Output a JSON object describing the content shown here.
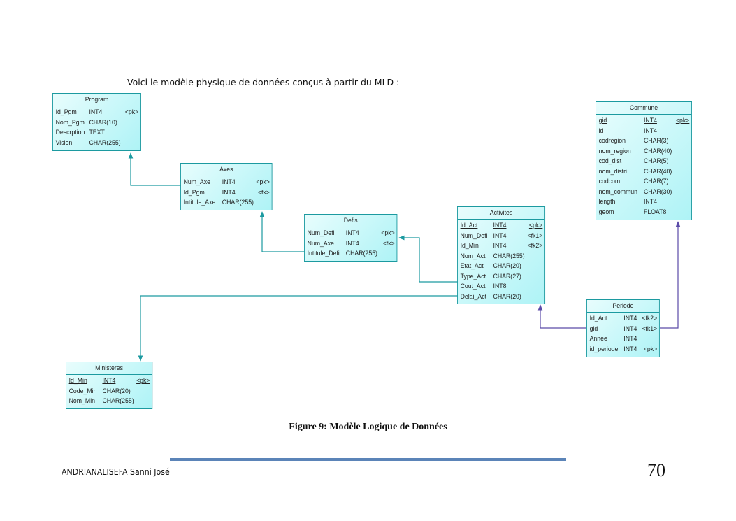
{
  "intro_text": "Voici le modèle physique de données conçus à partir du MLD :",
  "entities": {
    "program": {
      "name": "Program",
      "columns": [
        {
          "name": "Id_Pgm",
          "type": "INT4",
          "key": "<pk>",
          "underline": true
        },
        {
          "name": "Nom_Pgm",
          "type": "CHAR(10)",
          "key": ""
        },
        {
          "name": "Descrption",
          "type": "TEXT",
          "key": ""
        },
        {
          "name": "Vision",
          "type": "CHAR(255)",
          "key": ""
        }
      ]
    },
    "axes": {
      "name": "Axes",
      "columns": [
        {
          "name": "Num_Axe",
          "type": "INT4",
          "key": "<pk>",
          "underline": true
        },
        {
          "name": "Id_Pgm",
          "type": "INT4",
          "key": "<fk>"
        },
        {
          "name": "Intitule_Axe",
          "type": "CHAR(255)",
          "key": ""
        }
      ]
    },
    "defis": {
      "name": "Defis",
      "columns": [
        {
          "name": "Num_Defi",
          "type": "INT4",
          "key": "<pk>",
          "underline": true
        },
        {
          "name": "Num_Axe",
          "type": "INT4",
          "key": "<fk>"
        },
        {
          "name": "Intitule_Defi",
          "type": "CHAR(255)",
          "key": ""
        }
      ]
    },
    "activites": {
      "name": "Activites",
      "columns": [
        {
          "name": "Id_Act",
          "type": "INT4",
          "key": "<pk>",
          "underline": true
        },
        {
          "name": "Num_Defi",
          "type": "INT4",
          "key": "<fk1>"
        },
        {
          "name": "Id_Min",
          "type": "INT4",
          "key": "<fk2>"
        },
        {
          "name": "Nom_Act",
          "type": "CHAR(255)",
          "key": ""
        },
        {
          "name": "Etat_Act",
          "type": "CHAR(20)",
          "key": ""
        },
        {
          "name": "Type_Act",
          "type": "CHAR(27)",
          "key": ""
        },
        {
          "name": "Cout_Act",
          "type": "INT8",
          "key": ""
        },
        {
          "name": "Delai_Act",
          "type": "CHAR(20)",
          "key": ""
        }
      ]
    },
    "commune": {
      "name": "Commune",
      "columns": [
        {
          "name": "gid",
          "type": "INT4",
          "key": "<pk>",
          "underline": true
        },
        {
          "name": "id",
          "type": "INT4",
          "key": ""
        },
        {
          "name": "codregion",
          "type": "CHAR(3)",
          "key": ""
        },
        {
          "name": "nom_region",
          "type": "CHAR(40)",
          "key": ""
        },
        {
          "name": "cod_dist",
          "type": "CHAR(5)",
          "key": ""
        },
        {
          "name": "nom_distri",
          "type": "CHAR(40)",
          "key": ""
        },
        {
          "name": "codcom",
          "type": "CHAR(7)",
          "key": ""
        },
        {
          "name": "nom_commun",
          "type": "CHAR(30)",
          "key": ""
        },
        {
          "name": "length",
          "type": "INT4",
          "key": ""
        },
        {
          "name": "geom",
          "type": "FLOAT8",
          "key": ""
        }
      ]
    },
    "periode": {
      "name": "Periode",
      "columns": [
        {
          "name": "Id_Act",
          "type": "INT4",
          "key": "<fk2>"
        },
        {
          "name": "gid",
          "type": "INT4",
          "key": "<fk1>"
        },
        {
          "name": "Annee",
          "type": "INT4",
          "key": ""
        },
        {
          "name": "id_periode",
          "type": "INT4",
          "key": "<pk>",
          "underline": true
        }
      ]
    },
    "ministeres": {
      "name": "Ministeres",
      "columns": [
        {
          "name": "Id_Min",
          "type": "INT4",
          "key": "<pk>",
          "underline": true
        },
        {
          "name": "Code_Min",
          "type": "CHAR(20)",
          "key": ""
        },
        {
          "name": "Nom_Min",
          "type": "CHAR(255)",
          "key": ""
        }
      ]
    }
  },
  "relationships": [
    {
      "from": "Axes",
      "to": "Program",
      "via": "Id_Pgm"
    },
    {
      "from": "Defis",
      "to": "Axes",
      "via": "Num_Axe"
    },
    {
      "from": "Activites",
      "to": "Defis",
      "via": "Num_Defi"
    },
    {
      "from": "Activites",
      "to": "Ministeres",
      "via": "Id_Min"
    },
    {
      "from": "Periode",
      "to": "Activites",
      "via": "Id_Act"
    },
    {
      "from": "Periode",
      "to": "Commune",
      "via": "gid"
    }
  ],
  "colors": {
    "teal_link": "#1c9aa0",
    "purple_link": "#5a4aa8",
    "entity_fill": "#aef3f6",
    "rule": "#5b84b8"
  },
  "caption": "Figure 9: Modèle Logique de Données",
  "footer": {
    "author": "ANDRIANALISEFA  Sanni José",
    "page_number": "70"
  }
}
